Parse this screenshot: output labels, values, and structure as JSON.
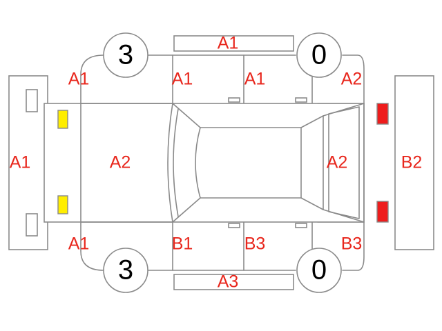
{
  "colors": {
    "line": "#8a8a8a",
    "label": "#e8261c",
    "yellow_light": "#ffee00",
    "red_light": "#ee1c1c",
    "tire_digit": "#000000"
  },
  "tires": {
    "top_left": "3",
    "top_right": "0",
    "bottom_left": "3",
    "bottom_right": "0"
  },
  "labels": {
    "roof_top": "A1",
    "top_left_fender": "A1",
    "top_front_door": "A1",
    "top_rear_door": "A1",
    "top_right_quarter": "A2",
    "front_bumper": "A1",
    "hood": "A2",
    "trunk": "A2",
    "rear_bumper": "B2",
    "bottom_left_fender": "A1",
    "bottom_front_door": "B1",
    "bottom_rear_door": "B3",
    "bottom_right_quarter": "B3",
    "rocker_bottom": "A3"
  }
}
